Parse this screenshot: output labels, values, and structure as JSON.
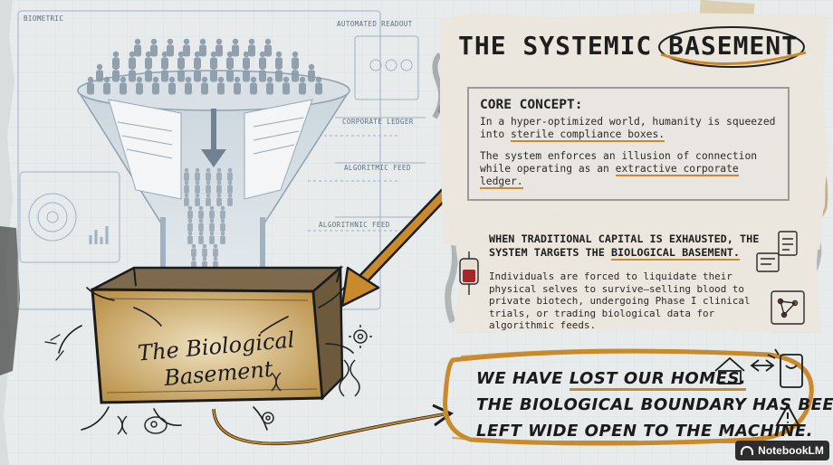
{
  "title": "THE SYSTEMIC BASEMENT",
  "core": {
    "heading": "CORE CONCEPT:",
    "p1_a": "In a hyper-optimized world, humanity is squeezed into ",
    "p1_b": "sterile compliance boxes.",
    "p2_a": "The system enforces an illusion of connection while operating as an ",
    "p2_b": "extractive corporate ledger."
  },
  "capital": {
    "heading_a": "WHEN TRADITIONAL CAPITAL IS EXHAUSTED, THE SYSTEM TARGETS THE ",
    "heading_b": "BIOLOGICAL BASEMENT.",
    "body": "Individuals are forced to liquidate their physical selves to survive—selling blood to private biotech, undergoing Phase I clinical trials, or trading biological data for algorithmic feeds."
  },
  "lost": {
    "l1_a": "WE HAVE ",
    "l1_b": "LOST OUR HOMES.",
    "l2": "THE BIOLOGICAL BOUNDARY HAS BEEN",
    "l3_a": "LEFT ",
    "l3_b": "WIDE OPEN",
    "l3_c": " TO THE ",
    "l3_d": "MACHINE."
  },
  "basement": {
    "line1": "The Biological",
    "line2": "Basement"
  },
  "labels": {
    "biometric": "BIOMETRIC",
    "automated_readout": "AUTOMATED READOUT",
    "corporate_ledger": "CORPORATE LEDGER",
    "algoritmic_feed": "ALGORITMIC FEED",
    "algorithnic_feed": "ALGORITHNIC FEED"
  },
  "badge": "NotebookLM",
  "colors": {
    "accent": "#c98a2b",
    "ink": "#1e1e1e",
    "blueprint": "#8fa5b8"
  }
}
